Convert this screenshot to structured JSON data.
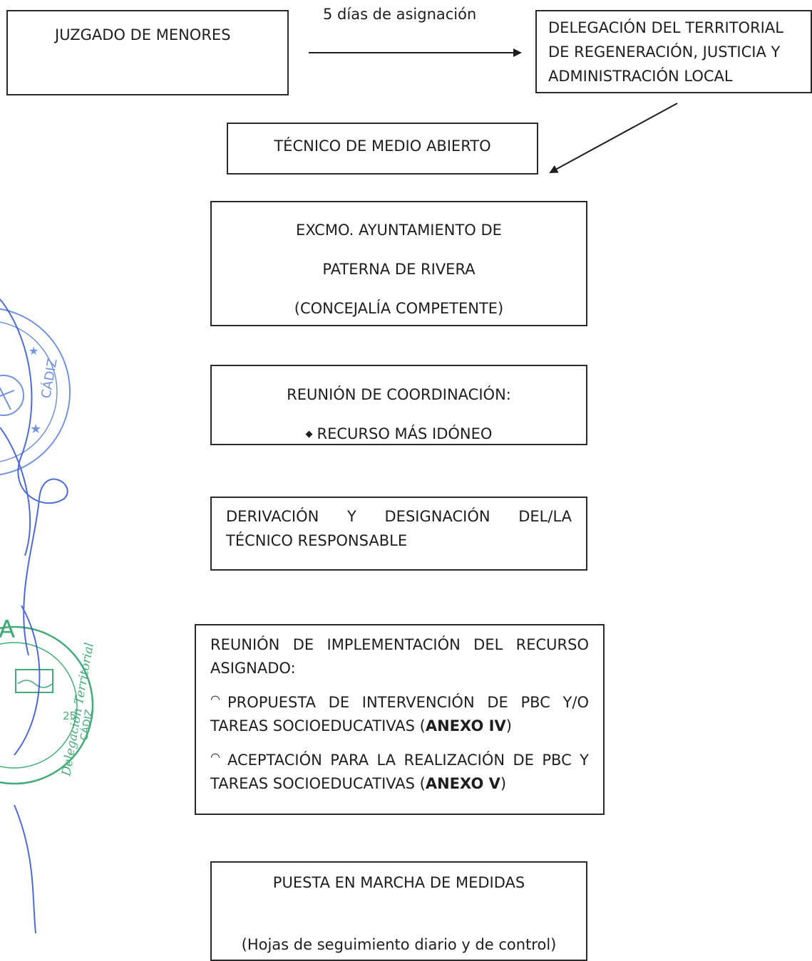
{
  "boxes": {
    "juzgado": {
      "text": "JUZGADO DE MENORES"
    },
    "delegacion": {
      "line1": "DELEGACIÓN DEL TERRITORIAL",
      "line2": "DE REGENERACIÓN, JUSTICIA Y",
      "line3": "ADMINISTRACIÓN LOCAL"
    },
    "tecnico": {
      "text": "TÉCNICO DE MEDIO ABIERTO"
    },
    "ayuntamiento": {
      "line1": "EXCMO. AYUNTAMIENTO DE",
      "line2": "PATERNA DE RIVERA",
      "line3": "(CONCEJALÍA COMPETENTE)"
    },
    "coordinacion": {
      "title": "REUNIÓN DE COORDINACIÓN:",
      "bullet": "◆",
      "item": "RECURSO MÁS IDÓNEO"
    },
    "derivacion": {
      "text": "DERIVACIÓN Y DESIGNACIÓN DEL/LA TÉCNICO RESPONSABLE"
    },
    "implementacion": {
      "title": "REUNIÓN DE IMPLEMENTACIÓN DEL RECURSO ASIGNADO:",
      "bullet": "◠",
      "item1_text": "PROPUESTA DE INTERVENCIÓN DE PBC Y/O TAREAS SOCIOEDUCATIVAS (",
      "item1_bold": "ANEXO IV",
      "item1_close": ")",
      "item2_text": "ACEPTACIÓN PARA LA REALIZACIÓN DE PBC Y TAREAS SOCIOEDUCATIVAS (",
      "item2_bold": "ANEXO V",
      "item2_close": ")"
    },
    "puesta": {
      "title": "PUESTA EN MARCHA DE MEDIDAS",
      "note": "(Hojas de seguimiento diario y de control)"
    }
  },
  "arrow_label": "5 días de asignación",
  "stamps": {
    "blue_seal": {
      "text": "CÁDIZ",
      "color": "#5b7fd6"
    },
    "green_seal": {
      "text": "Delegación Territorial",
      "number": "25",
      "city": "CÁDIZ",
      "color": "#2ea36a"
    }
  },
  "colors": {
    "ink": "#1e1e1e",
    "signature": "#3b5bd6"
  }
}
